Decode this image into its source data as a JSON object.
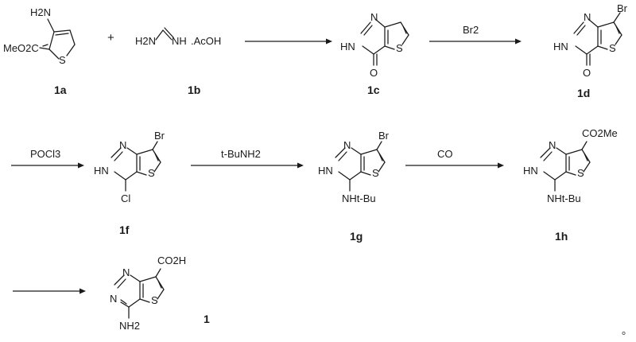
{
  "compounds": [
    {
      "label": "1a",
      "substituents": [
        "H2N",
        "MeO2C",
        "S"
      ]
    },
    {
      "label": "1b",
      "formula": {
        "left": "H2N",
        "right": "NH",
        "salt": ".AcOH"
      }
    },
    {
      "label": "1c",
      "atoms": [
        "N",
        "HN",
        "O",
        "S"
      ]
    },
    {
      "label": "1d",
      "atoms": [
        "N",
        "HN",
        "O",
        "S",
        "Br"
      ]
    },
    {
      "label": "1f",
      "atoms": [
        "N",
        "HN",
        "Cl",
        "S",
        "Br"
      ]
    },
    {
      "label": "1g",
      "atoms": [
        "N",
        "HN",
        "S",
        "Br"
      ],
      "amine": "NHt-Bu"
    },
    {
      "label": "1h",
      "atoms": [
        "N",
        "HN",
        "S",
        "CO2Me"
      ],
      "amine": "NHt-Bu"
    },
    {
      "label": "1",
      "atoms": [
        "N",
        "N",
        "S",
        "CO2H"
      ],
      "amine": "NH2"
    }
  ],
  "plus_sign": "+",
  "arrows": [
    {
      "from": "1a + 1b",
      "to": "1c",
      "reagent": ""
    },
    {
      "from": "1c",
      "to": "1d",
      "reagent": "Br2"
    },
    {
      "from": "1d",
      "to": "1f",
      "reagent": "POCl3"
    },
    {
      "from": "1f",
      "to": "1g",
      "reagent": "t-BuNH2"
    },
    {
      "from": "1g",
      "to": "1h",
      "reagent": "CO"
    },
    {
      "from": "1h",
      "to": "1",
      "reagent": ""
    }
  ],
  "trailing_mark": "。"
}
